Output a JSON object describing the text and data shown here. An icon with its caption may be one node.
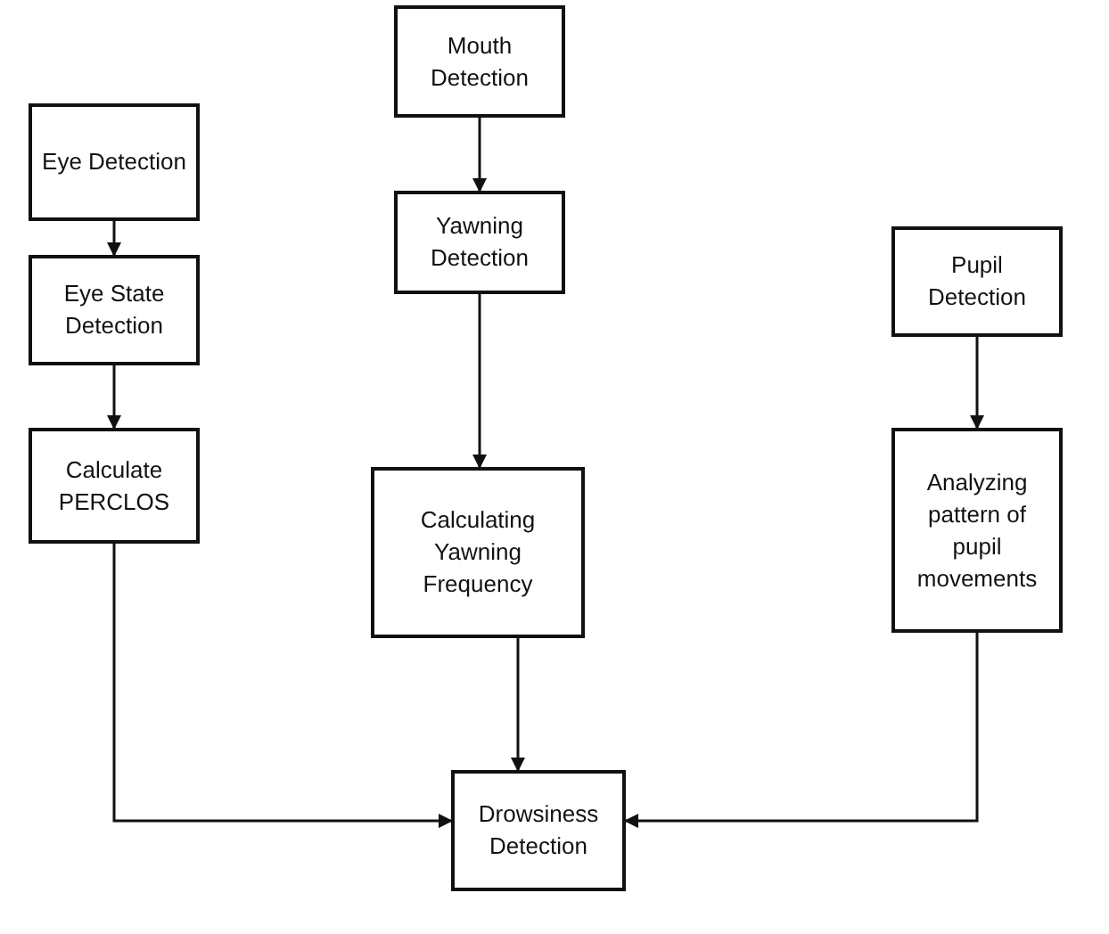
{
  "diagram": {
    "nodes": [
      {
        "text": [
          "Eye Detection"
        ]
      },
      {
        "text": [
          "Eye State Detection"
        ]
      },
      {
        "text": [
          "Calculate PERCLOS"
        ]
      },
      {
        "text": [
          "Mouth Detection"
        ]
      },
      {
        "text": [
          "Yawning Detection"
        ]
      },
      {
        "text": [
          "Calculating Yawning Frequency"
        ]
      },
      {
        "text": [
          "Pupil Detection"
        ]
      },
      {
        "text": [
          "Analyzing pattern of pupil movements"
        ]
      },
      {
        "text": [
          "Drowsiness Detection"
        ]
      }
    ],
    "edges": [
      {
        "from": 0,
        "to": 1,
        "arrow": "to"
      },
      {
        "from": 1,
        "to": 2,
        "arrow": "to"
      },
      {
        "from": 3,
        "to": 4,
        "arrow": "to"
      },
      {
        "from": 4,
        "to": 5,
        "arrow": "to"
      },
      {
        "from": 6,
        "to": 7,
        "arrow": "to"
      },
      {
        "from": 2,
        "to": 8,
        "arrow": "to"
      },
      {
        "from": 5,
        "to": 8,
        "arrow": "to"
      },
      {
        "from": 7,
        "to": 8,
        "arrow": "to"
      }
    ]
  }
}
